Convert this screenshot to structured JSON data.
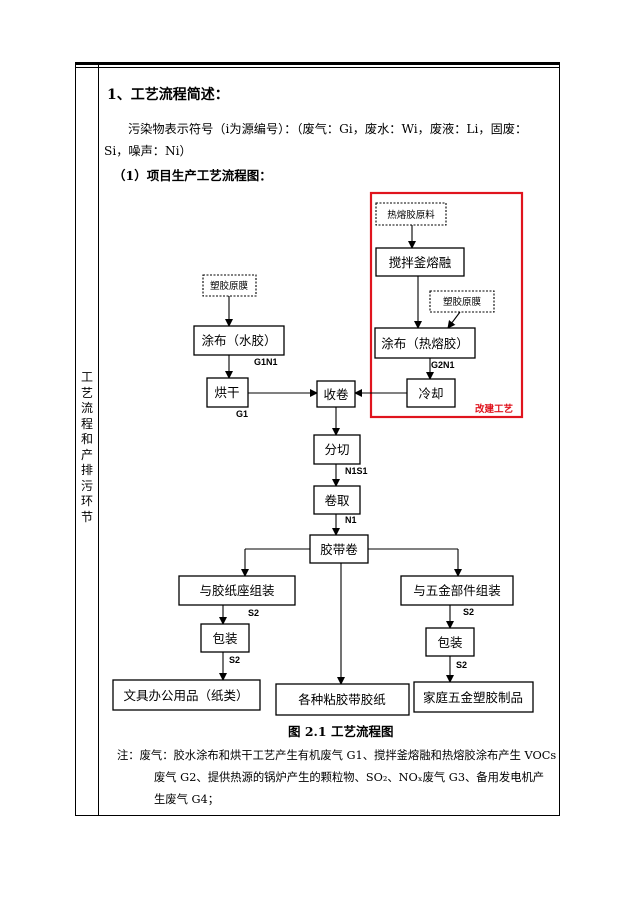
{
  "section": {
    "heading": "1、工艺流程简述：",
    "pollutant_line1": "污染物表示符号（i为源编号）：（废气：Gi，废水：Wi，废液：Li，固废：",
    "pollutant_line2": "Si，噪声：Ni）",
    "subheading": "（1）项目生产工艺流程图："
  },
  "side_label": "工艺流程和产排污环节",
  "flowchart": {
    "raw_hotmelt": "热熔胶原料",
    "stir_kettle": "搅拌釜熔融",
    "raw_film_right": "塑胶原膜",
    "coat_hotmelt": "涂布（热熔胶）",
    "cool": "冷却",
    "modified_label": "改建工艺",
    "raw_film_left": "塑胶原膜",
    "coat_water": "涂布（水胶）",
    "dry": "烘干",
    "wind": "收卷",
    "slit": "分切",
    "reel": "卷取",
    "tape_roll": "胶带卷",
    "paper_seat": "与胶纸座组装",
    "hardware": "与五金部件组装",
    "pack_left": "包装",
    "pack_right": "包装",
    "stationery": "文具办公用品（纸类）",
    "tapes": "各种粘胶带胶纸",
    "household": "家庭五金塑胶制品",
    "tags": {
      "g1n1": "G1N1",
      "g1": "G1",
      "g2n1": "G2N1",
      "n1s1": "N1S1",
      "n1": "N1",
      "s2_a": "S2",
      "s2_b": "S2",
      "s2_c": "S2",
      "s2_d": "S2"
    }
  },
  "figure_caption": "图 2.1  工艺流程图",
  "notes": {
    "line1": "注：废气：胶水涂布和烘干工艺产生有机废气 G1、搅拌釜熔融和热熔胶涂布产生 VOCs",
    "line2": "废气 G2、提供热源的锅炉产生的颗粒物、SO₂、NOₓ废气 G3、备用发电机产",
    "line3": "生废气 G4；"
  },
  "colors": {
    "accent_red": "#e0141e"
  }
}
